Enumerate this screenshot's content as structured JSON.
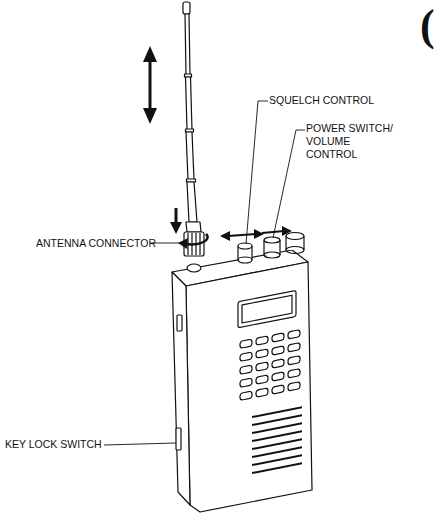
{
  "diagram": {
    "labels": [
      "(",
      "SQUELCH CONTROL",
      "POWER SWITCH/ VOLUME CONTROL",
      "ANTENNA CONNECTOR",
      "KEY LOCK SWITCH"
    ]
  }
}
